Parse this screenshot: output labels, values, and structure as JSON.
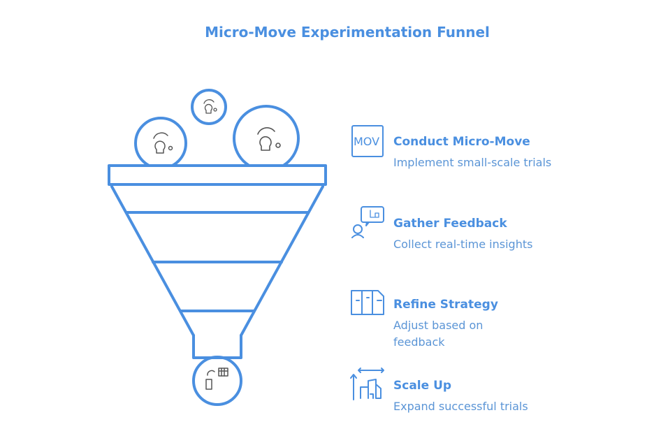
{
  "title": "Micro-Move Experimentation Funnel",
  "steps": [
    {
      "heading": "Conduct Micro-Move",
      "text": "Implement small-scale trials",
      "icon": "mov-sign-icon",
      "icon_text": "MOV"
    },
    {
      "heading": "Gather Feedback",
      "text": "Collect real-time insights",
      "icon": "person-speech-bubble-icon"
    },
    {
      "heading": "Refine Strategy",
      "text": "Adjust based on feedback",
      "icon": "strategy-panels-icon"
    },
    {
      "heading": "Scale Up",
      "text": "Expand successful trials",
      "icon": "scale-buildings-icon"
    }
  ],
  "colors": {
    "accent": "#4a8fe0",
    "body": "#5b95d6"
  }
}
